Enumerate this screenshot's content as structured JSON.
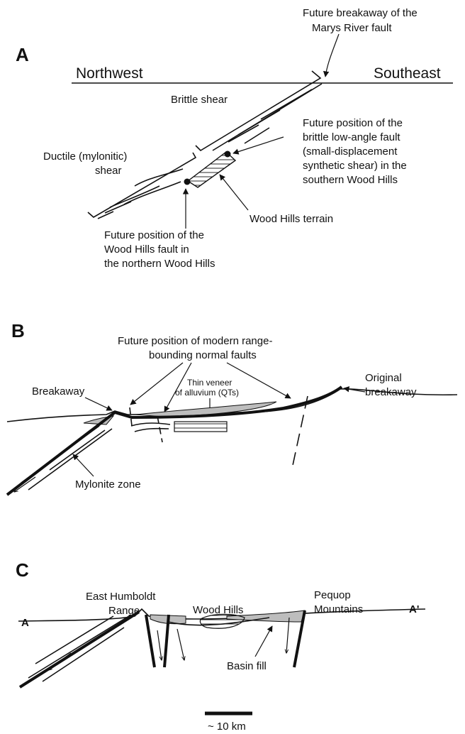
{
  "panelA": {
    "letter": "A",
    "northwest": "Northwest",
    "southeast": "Southeast",
    "breakaway_l1": "Future breakaway of the",
    "breakaway_l2": "Marys River fault",
    "brittle": "Brittle shear",
    "ductile_l1": "Ductile (mylonitic)",
    "ductile_l2": "shear",
    "lowangle_l1": "Future position of the",
    "lowangle_l2": "brittle low-angle fault",
    "lowangle_l3": "(small-displacement",
    "lowangle_l4": "synthetic shear) in the",
    "lowangle_l5": "southern Wood Hills",
    "terrain": "Wood Hills terrain",
    "woodfault_l1": "Future position of the",
    "woodfault_l2": "Wood Hills fault in",
    "woodfault_l3": "the northern Wood Hills"
  },
  "panelB": {
    "letter": "B",
    "modern_l1": "Future position of modern range-",
    "modern_l2": "bounding normal faults",
    "original_l1": "Original",
    "original_l2": "breakaway",
    "breakaway": "Breakaway",
    "veneer_l1": "Thin veneer",
    "veneer_l2": "of alluvium (QTs)",
    "mylonite": "Mylonite zone"
  },
  "panelC": {
    "letter": "C",
    "east_l1": "East Humboldt",
    "east_l2": "Range",
    "wood": "Wood Hills",
    "pequop_l1": "Pequop",
    "pequop_l2": "Mountains",
    "a": "A",
    "a_prime": "A'",
    "basin": "Basin fill",
    "scale": "~ 10 km"
  }
}
